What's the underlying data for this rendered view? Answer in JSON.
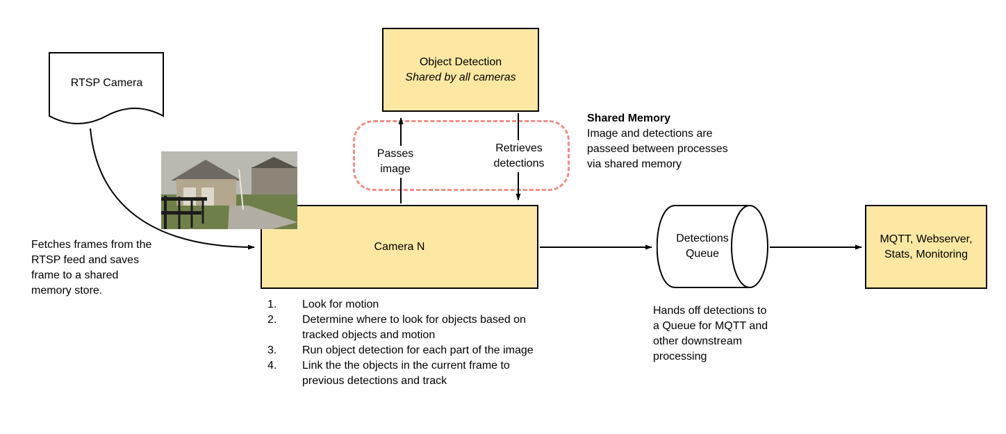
{
  "colors": {
    "node_fill": "#FCE8A3",
    "node_border": "#000000",
    "shared_memory_outline": "#F08E84",
    "arrow": "#000000"
  },
  "nodes": {
    "rtsp_camera": {
      "label": "RTSP Camera"
    },
    "object_detection": {
      "title": "Object Detection",
      "subtitle": "Shared by all cameras"
    },
    "camera_n": {
      "label": "Camera N"
    },
    "detections_queue": {
      "label": "Detections Queue"
    },
    "outputs": {
      "label": "MQTT, Webserver, Stats, Monitoring"
    }
  },
  "edges": {
    "passes_image": "Passes image",
    "retrieves_detections": "Retrieves detections"
  },
  "notes": {
    "shared_memory_title": "Shared Memory",
    "shared_memory_body": "Image and detections are passeed between processes via shared memory",
    "fetch_note": "Fetches frames from the RTSP feed and saves frame to a shared memory store.",
    "queue_note": "Hands off detections to a Queue for MQTT and other downstream processing"
  },
  "camera_steps": [
    {
      "num": "1.",
      "text": "Look for motion"
    },
    {
      "num": "2.",
      "text": "Determine where to look for objects based on tracked objects and motion"
    },
    {
      "num": "3.",
      "text": "Run object detection for each part of the image"
    },
    {
      "num": "4.",
      "text": "Link the the objects in the current frame to previous detections and track"
    }
  ]
}
